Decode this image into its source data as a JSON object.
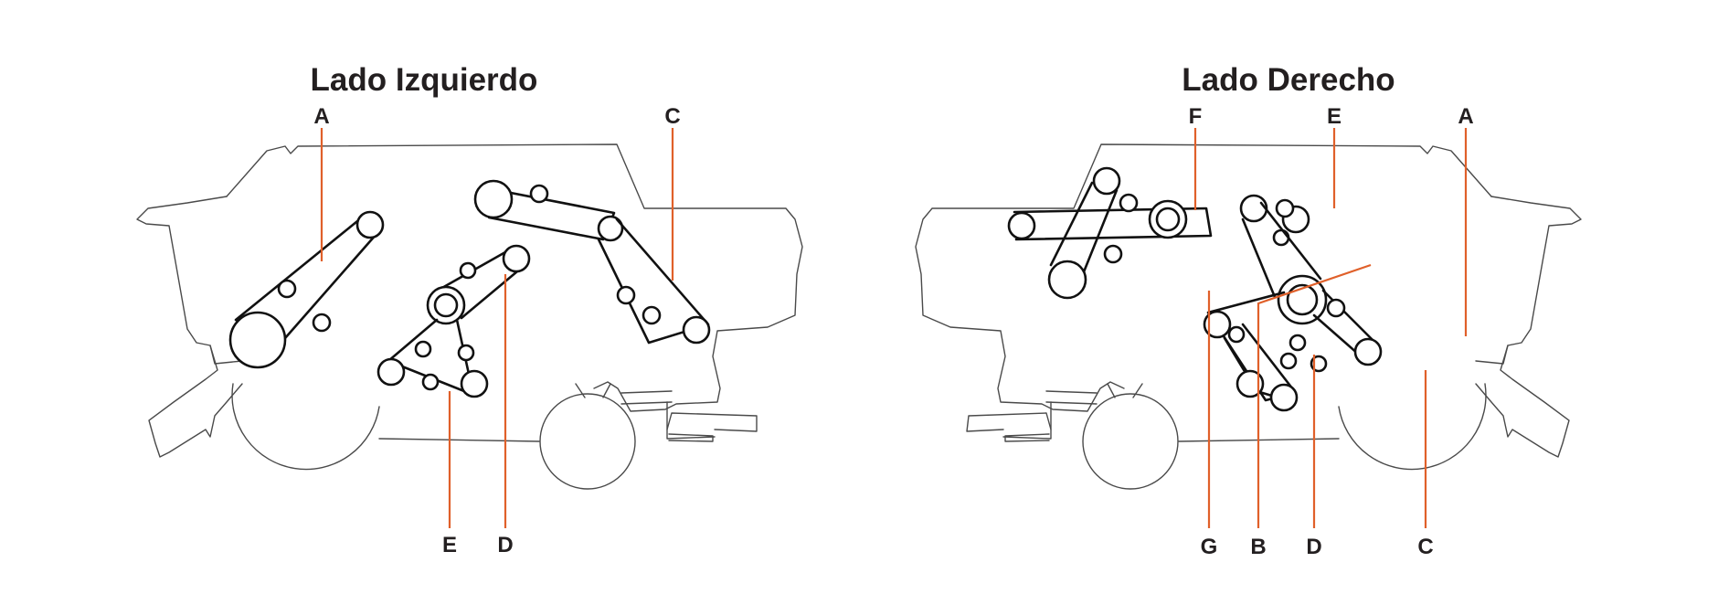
{
  "left_panel": {
    "title": "Lado Izquierdo",
    "labels": {
      "a": "A",
      "c": "C",
      "e": "E",
      "d": "D"
    }
  },
  "right_panel": {
    "title": "Lado Derecho",
    "labels": {
      "f": "F",
      "e": "E",
      "a": "A",
      "g": "G",
      "b": "B",
      "d": "D",
      "c": "C"
    }
  },
  "colors": {
    "leader_line": "#e0602a",
    "text": "#231f20",
    "belt": "#111111",
    "outline": "#4a4a4a"
  }
}
